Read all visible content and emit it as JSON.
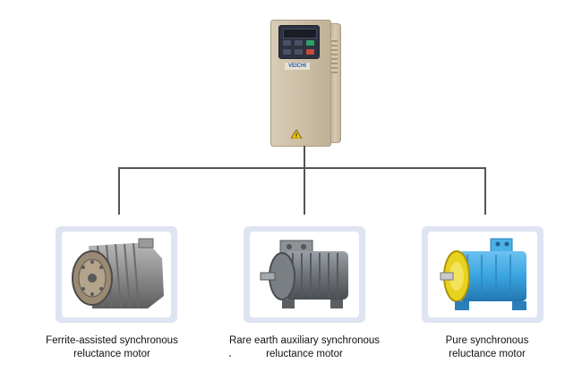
{
  "drive": {
    "brand": "VEICHI",
    "icon": "variable-frequency-drive"
  },
  "motors": [
    {
      "id": "ferrite",
      "caption_line1": "Ferrite-assisted synchronous",
      "caption_line2": "reluctance motor",
      "icon": "ferrite-motor",
      "color": "#8f8f8f"
    },
    {
      "id": "rare-earth",
      "caption_line1": "Rare earth auxiliary synchronous",
      "caption_line2": "reluctance motor",
      "icon": "rare-earth-motor",
      "color": "#6e7378"
    },
    {
      "id": "pure",
      "caption_line1": "Pure synchronous",
      "caption_line2": "reluctance motor",
      "icon": "pure-motor",
      "color": "#3aa4e0"
    }
  ],
  "colors": {
    "connector": "#555555",
    "panel_frame": "#dfe4f2",
    "drive_body": "#cdbfa5",
    "motor_blue": "#3aa4e0",
    "motor_yellow": "#e8d21e"
  }
}
